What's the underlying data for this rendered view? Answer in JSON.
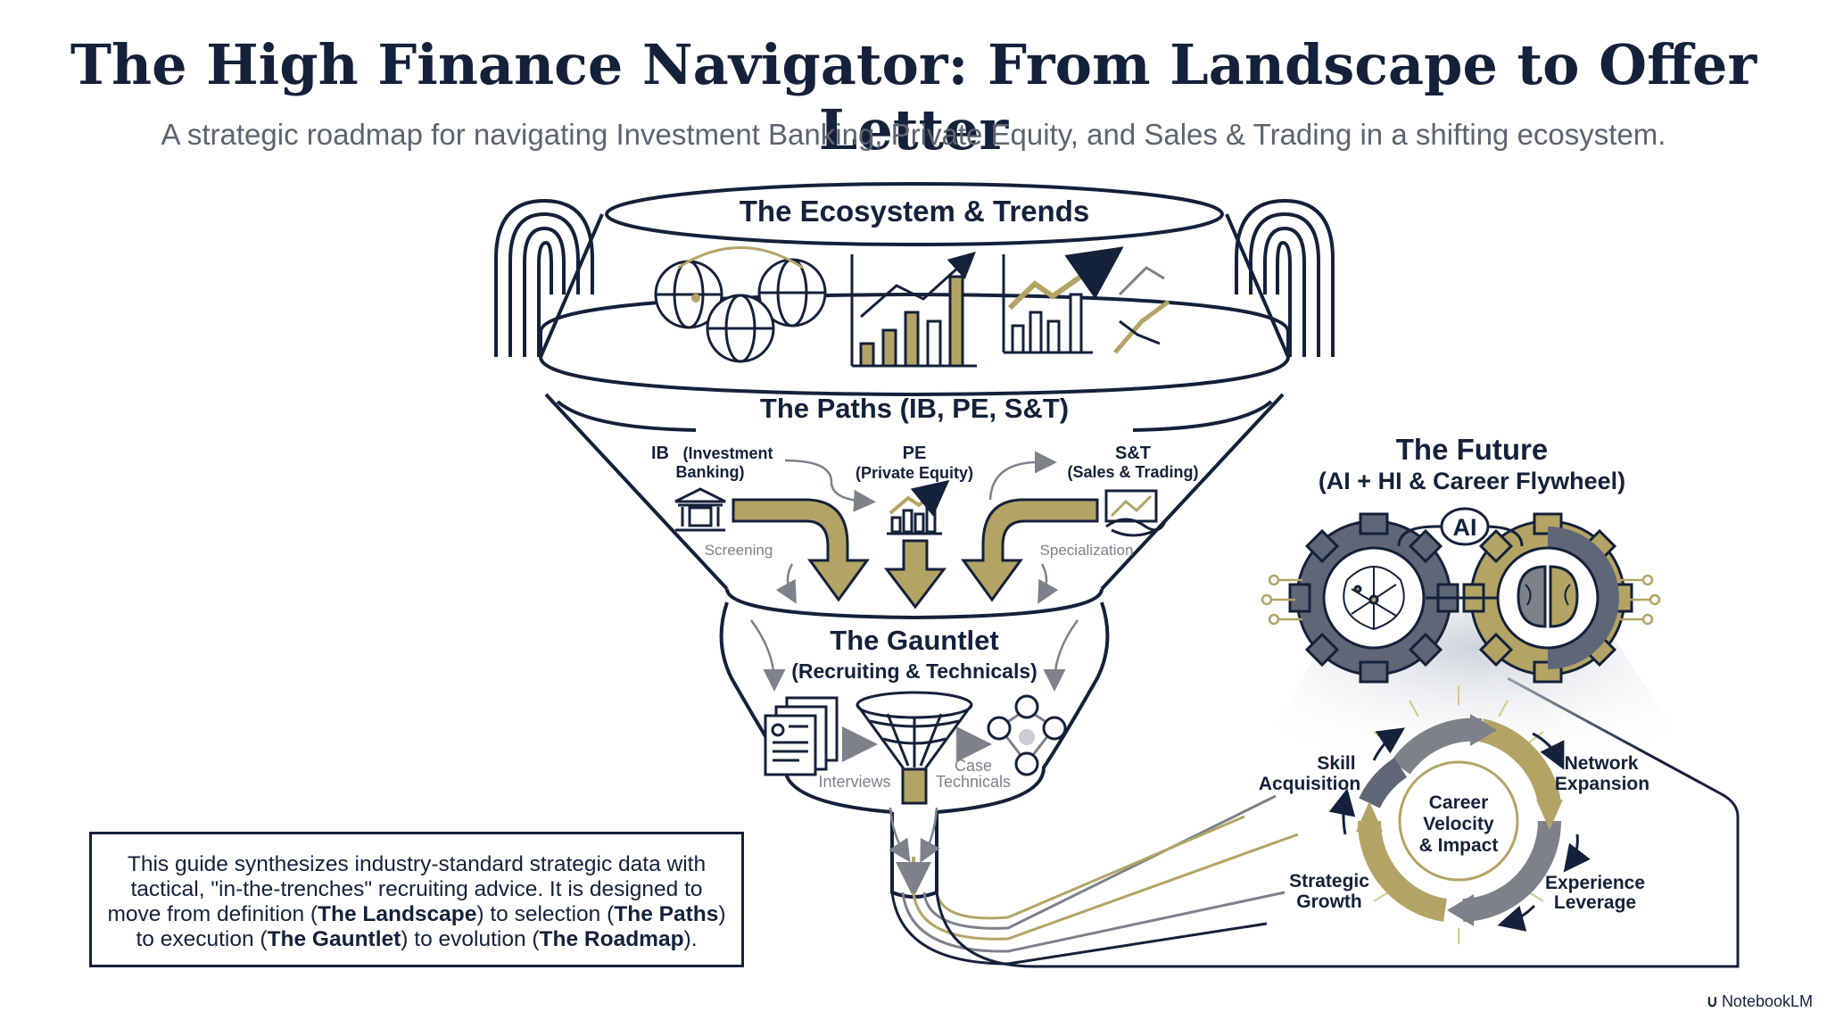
{
  "header": {
    "title": "The High Finance Navigator: From Landscape to Offer Letter",
    "subtitle": "A strategic roadmap for navigating Investment Banking, Private Equity, and Sales & Trading in a shifting ecosystem."
  },
  "funnel": {
    "ecosystem_title": "The Ecosystem & Trends",
    "paths_title": "The Paths (IB, PE, S&T)",
    "paths": [
      {
        "name": "IB",
        "detail_line1": "(Investment",
        "detail_line2": "Banking)",
        "caption": "Screening"
      },
      {
        "name": "PE",
        "detail_line1": "(Private Equity)",
        "caption": ""
      },
      {
        "name": "S&T",
        "detail_line1": "(Sales & Trading)",
        "caption": "Specialization"
      }
    ],
    "gauntlet_title": "The Gauntlet",
    "gauntlet_subtitle": "(Recruiting & Technicals)",
    "gauntlet_steps": [
      "Interviews",
      "Case",
      "Technicals"
    ]
  },
  "future": {
    "title": "The Future",
    "subtitle": "(AI + HI & Career Flywheel)",
    "gear_badge": "AI",
    "flywheel_center": [
      "Career",
      "Velocity",
      "& Impact"
    ],
    "flywheel_items": [
      {
        "line1": "Skill",
        "line2": "Acquisition"
      },
      {
        "line1": "Network",
        "line2": "Expansion"
      },
      {
        "line1": "Experience",
        "line2": "Leverage"
      },
      {
        "line1": "Strategic",
        "line2": "Growth"
      }
    ]
  },
  "summary": {
    "line1": "This guide synthesizes industry-standard strategic data with",
    "line2": "tactical, \"in-the-trenches\" recruiting advice. It is designed to",
    "line3_a": "move from definition (",
    "line3_b": "The Landscape",
    "line3_c": ") to selection (",
    "line3_d": "The Paths",
    "line3_e": ")",
    "line4_a": "to execution (",
    "line4_b": "The Gauntlet",
    "line4_c": ") to evolution (",
    "line4_d": "The Roadmap",
    "line4_e": ")."
  },
  "branding": {
    "label": "NotebookLM"
  },
  "colors": {
    "navy": "#14213a",
    "gold": "#b3a465",
    "gray": "#7c818a"
  }
}
